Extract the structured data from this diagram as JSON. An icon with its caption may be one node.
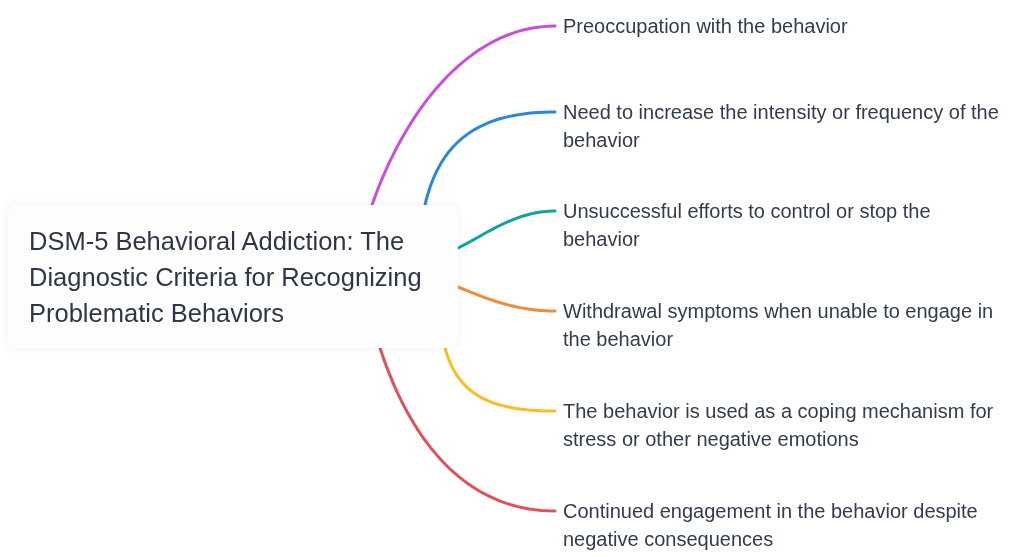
{
  "diagram": {
    "nodes": [
      {
        "text": [
          "DSM-5 Behavioral Addiction: The Diagnostic Criteria for Recognizing Problematic Behaviors"
        ]
      },
      {
        "text": [
          "Preoccupation with the behavior"
        ]
      },
      {
        "text": [
          "Need to increase the intensity or frequency of the behavior"
        ]
      },
      {
        "text": [
          "Unsuccessful efforts to control or stop the behavior"
        ]
      },
      {
        "text": [
          "Withdrawal symptoms when unable to engage in the behavior"
        ]
      },
      {
        "text": [
          "The behavior is used as a coping mechanism for stress or other negative emotions"
        ]
      },
      {
        "text": [
          "Continued engagement in the behavior despite negative consequences"
        ]
      }
    ],
    "edges": [
      {
        "from": 0,
        "to": 1,
        "arrow": "none",
        "color": "#c94fd8"
      },
      {
        "from": 0,
        "to": 2,
        "arrow": "none",
        "color": "#2b86e0"
      },
      {
        "from": 0,
        "to": 3,
        "arrow": "none",
        "color": "#12a39b"
      },
      {
        "from": 0,
        "to": 4,
        "arrow": "none",
        "color": "#f28a38"
      },
      {
        "from": 0,
        "to": 5,
        "arrow": "none",
        "color": "#fbbd23"
      },
      {
        "from": 0,
        "to": 6,
        "arrow": "none",
        "color": "#e0505d"
      }
    ]
  }
}
